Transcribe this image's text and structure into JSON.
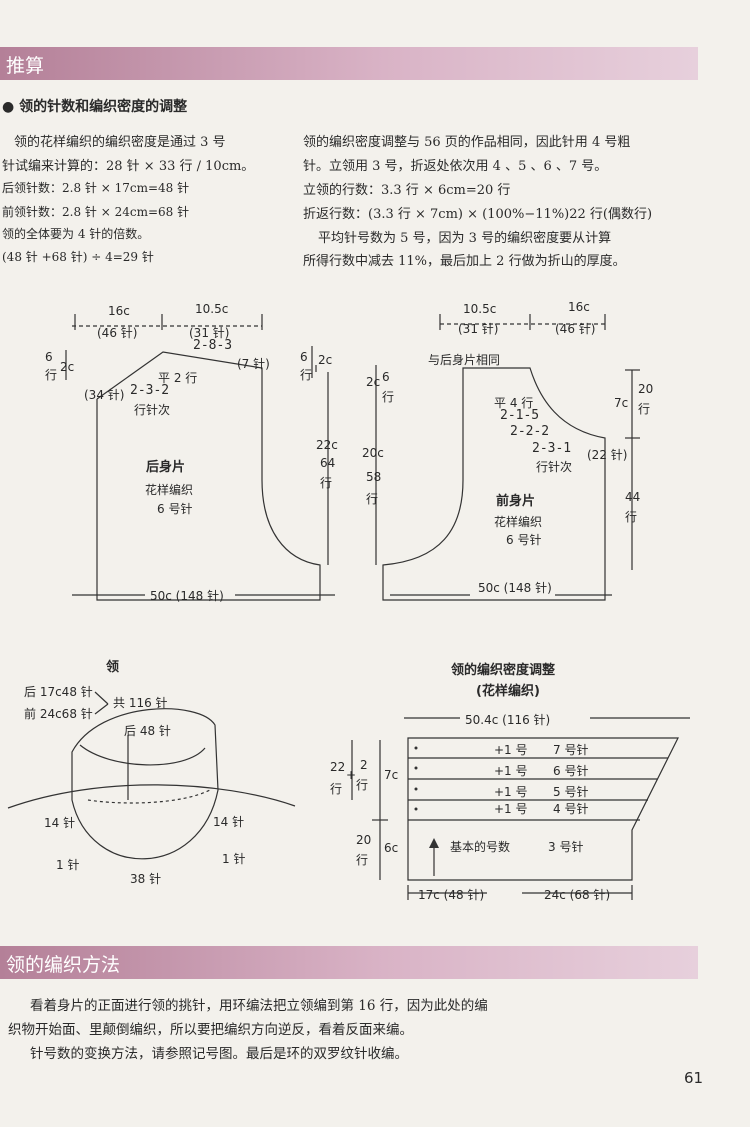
{
  "header1": "推算",
  "section_title": "领的针数和编织密度的调整",
  "left_text": [
    "领的花样编织的编织密度是通过 3 号",
    "针试编来计算的：28 针 × 33 行 / 10cm。",
    "后领针数：2.8 针 × 17cm=48 针",
    "前领针数：2.8 针 × 24cm=68 针",
    "领的全体要为 4 针的倍数。",
    "(48 针 +68 针) ÷ 4=29 针"
  ],
  "right_text": [
    "领的编织密度调整与 56 页的作品相同，因此针用 4 号粗",
    "针。立领用 3 号，折返处依次用 4 、5 、6 、7 号。",
    "立领的行数：3.3 行 × 6cm=20 行",
    "折返行数：(3.3 行 × 7cm) × (100%−11%)22 行(偶数行)",
    "平均针号数为 5 号，因为 3 号的编织密度要从计算",
    "所得行数中减去 11%，最后加上 2 行做为折山的厚度。"
  ],
  "back": {
    "w16": "16c",
    "w16n": "(46 针)",
    "w105": "10.5c",
    "w105n": "(31 针)",
    "dec1": "2-8-3",
    "n7": "(7 针)",
    "flat": "平 2 行",
    "dec2": "2-3-2",
    "unit": "行针次",
    "n34": "(34 针)",
    "h6a": "6",
    "h6b": "行",
    "h2c": "2c",
    "h6c": "6",
    "h6d": "行",
    "h2c2": "2c",
    "h22c": "22c",
    "h64": "64",
    "hrow": "行",
    "title": "后身片",
    "pattern": "花样编织",
    "needle": "6 号针",
    "bottom": "50c (148 针)"
  },
  "front": {
    "w105": "10.5c",
    "w105n": "(31 针)",
    "w16": "16c",
    "w16n": "(46 针)",
    "same": "与后身片相同",
    "h2c": "2c",
    "h6": "6",
    "hrow": "行",
    "h20c": "20c",
    "h58": "58",
    "hrow2": "行",
    "flat": "平 4 行",
    "d1": "2-1-5",
    "d2": "2-2-2",
    "d3": "2-3-1",
    "unit": "行针次",
    "n22": "(22 针)",
    "h7c": "7c",
    "h20": "20",
    "hrow3": "行",
    "h44": "44",
    "hrow4": "行",
    "title": "前身片",
    "pattern": "花样编织",
    "needle": "6 号针",
    "bottom": "50c (148 针)"
  },
  "collar": {
    "title": "领",
    "back": "后 17c48 针",
    "front": "前 24c68 针",
    "total": "共 116 针",
    "back48": "后 48 针",
    "l14": "14 针",
    "r14": "14 针",
    "l1": "1 针",
    "r1": "1 针",
    "b38": "38 针"
  },
  "adjust": {
    "title": "领的编织密度调整",
    "subtitle": "(花样编织)",
    "width": "50.4c (116 针)",
    "rows": [
      {
        "plus": "+1 号",
        "needle": "7 号针"
      },
      {
        "plus": "+1 号",
        "needle": "6 号针"
      },
      {
        "plus": "+1 号",
        "needle": "5 号针"
      },
      {
        "plus": "+1 号",
        "needle": "4 号针"
      }
    ],
    "base": "基本的号数",
    "base_n": "3 号针",
    "h22": "22",
    "hplus": "+",
    "hrow": "行",
    "h2": "2",
    "hrow2": "行",
    "h7c": "7c",
    "h20": "20",
    "hrow3": "行",
    "h6c": "6c",
    "bl": "17c (48 针)",
    "br": "24c (68 针)"
  },
  "header2": "领的编织方法",
  "bottom_text": [
    "看着身片的正面进行领的挑针，用环编法把立领编到第 16 行，因为此处的编",
    "织物开始面、里颠倒编织，所以要把编织方向逆反，看着反面来编。",
    "针号数的变换方法，请参照记号图。最后是环的双罗纹针收编。"
  ],
  "page_number": "61"
}
